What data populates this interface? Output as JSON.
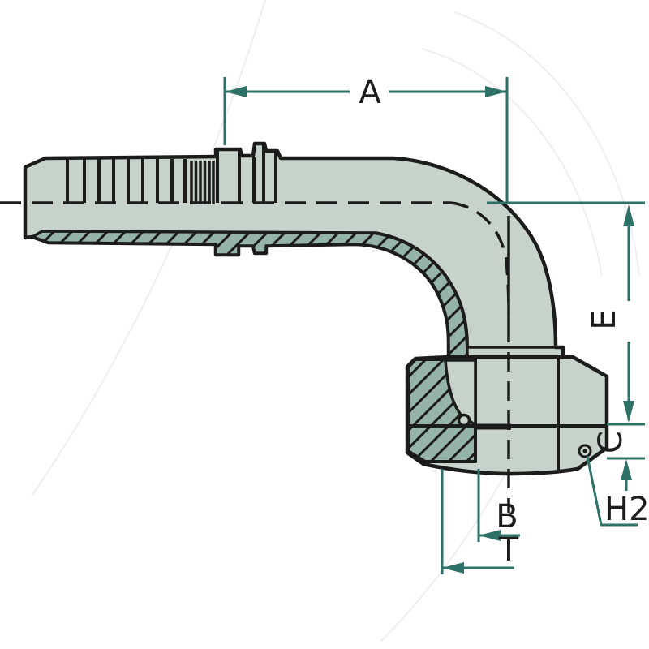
{
  "drawing": {
    "background": "#ffffff",
    "colors": {
      "outline": "#1c1c1c",
      "body_fill": "#c7d2cc",
      "section_fill": "#96b3a9",
      "dimension_lines": "#2e7166",
      "label_text": "#1d1d1d"
    },
    "dimension_labels": {
      "a": "A",
      "e": "E",
      "c": "C",
      "b": "B",
      "t": "T",
      "h2": "H2"
    }
  }
}
